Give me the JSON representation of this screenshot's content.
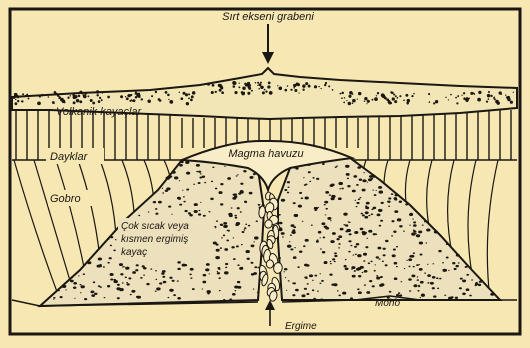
{
  "colors": {
    "background": "#f6e7b3",
    "ink": "#1b1712",
    "mound_fill": "#ece1bc"
  },
  "labels": {
    "ridge_axis": "Sırt ekseni grabeni",
    "volcanic": "Volkanik kayaçlar",
    "dikes": "Dayklar",
    "magma_pool": "Magma havuzu",
    "gabbro": "Gobro",
    "hot_rock_1": "Çok sıcak veya",
    "hot_rock_2": "kısmen ergimiş",
    "hot_rock_3": "kayaç",
    "moho": "Moho",
    "melting": "Ergime"
  }
}
